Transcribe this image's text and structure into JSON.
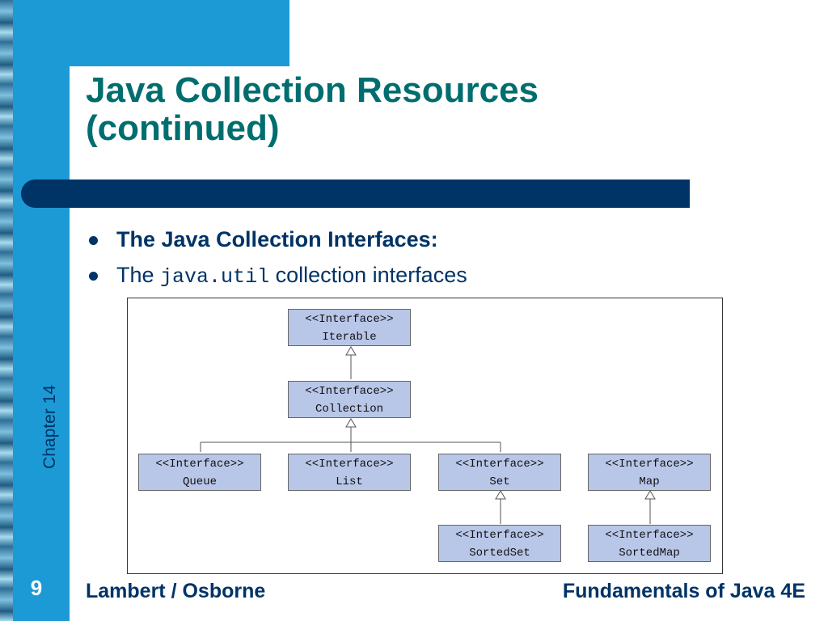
{
  "slide": {
    "title_line1": "Java Collection Resources",
    "title_line2": "(continued)",
    "chapter_label": "Chapter 14",
    "page_number": "9",
    "footer_left": "Lambert / Osborne",
    "footer_right": "Fundamentals of Java 4E"
  },
  "bullets": {
    "item1": "The Java Collection Interfaces:",
    "item2_pre": "The",
    "item2_code": "java.util",
    "item2_post": "collection interfaces"
  },
  "diagram": {
    "stereotype": "<<Interface>>",
    "nodes": {
      "iterable": "Iterable",
      "collection": "Collection",
      "queue": "Queue",
      "list": "List",
      "set": "Set",
      "map": "Map",
      "sortedset": "SortedSet",
      "sortedmap": "SortedMap"
    }
  },
  "colors": {
    "accent_blue": "#1b9ad6",
    "navy": "#003366",
    "title_teal": "#006d6f",
    "node_fill": "#b8c6e8"
  }
}
